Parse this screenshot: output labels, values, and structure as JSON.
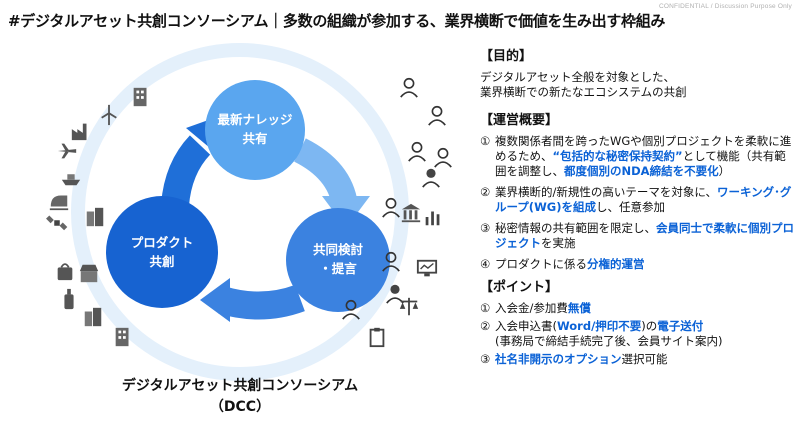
{
  "confidential_label": "CONFIDENTIAL / Discussion Purpose Only",
  "title": "#デジタルアセット共創コンソーシアム｜多数の組織が参加する、業界横断で価値を生み出す枠組み",
  "diagram": {
    "node_top": [
      "最新ナレッジ",
      "共有"
    ],
    "node_right": [
      "共同検討",
      "・提言"
    ],
    "node_left": [
      "プロダクト",
      "共創"
    ],
    "caption_line1": "デジタルアセット共創コンソーシアム",
    "caption_line2": "（DCC）",
    "colors": {
      "light": "#5aa6ef",
      "mid": "#3b82e0",
      "dark": "#1763d1"
    },
    "left_icons": [
      "building-icon",
      "windmill-icon",
      "factory-icon",
      "airplane-icon",
      "ship-icon",
      "train-icon",
      "satellite-icon",
      "office-icon",
      "bag-icon",
      "shop-icon",
      "bottle-icon",
      "office-icon",
      "building-icon"
    ],
    "right_icons": [
      "person-icon",
      "person-icon",
      "person-icon",
      "person-icon",
      "woman-icon",
      "person-icon",
      "bank-icon",
      "chart-icon",
      "person-icon",
      "monitor-icon",
      "woman-icon",
      "person-icon",
      "scales-icon",
      "clipboard-icon"
    ]
  },
  "purpose": {
    "heading": "【目的】",
    "line1": "デジタルアセット全般を対象とした、",
    "line2": "業界横断での新たなエコシステムの共創"
  },
  "overview": {
    "heading": "【運営概要】",
    "items": [
      {
        "num": "①",
        "t1": "複数関係者間を跨ったWGや個別プロジェクトを柔軟に進めるため、",
        "e1": "“包括的な秘密保持契約”",
        "t2": "として機能（共有範囲を調整し、",
        "e2": "都度個別のNDA締結を不要化",
        "t3": "）"
      },
      {
        "num": "②",
        "t1": "業界横断的/新規性の高いテーマを対象に、",
        "e1": "ワーキング･グループ(WG)を組成",
        "t2": "し、任意参加"
      },
      {
        "num": "③",
        "t1": "秘密情報の共有範囲を限定し、",
        "e1": "会員同士で柔軟に個別プロジェクト",
        "t2": "を実施"
      },
      {
        "num": "④",
        "t1": "プロダクトに係る",
        "e1": "分権的運営",
        "t2": ""
      }
    ]
  },
  "points": {
    "heading": "【ポイント】",
    "items": [
      {
        "num": "①",
        "t1": "入会金/参加費",
        "e1": "無償",
        "t2": ""
      },
      {
        "num": "②",
        "t1": "入会申込書(",
        "e1": "Word/押印不要",
        "t2": ")の",
        "e2": "電子送付",
        "t3": "(事務局で締結手続完了後、会員サイト案内)"
      },
      {
        "num": "③",
        "e1": "社名非開示のオプション",
        "t2": "選択可能"
      }
    ]
  }
}
